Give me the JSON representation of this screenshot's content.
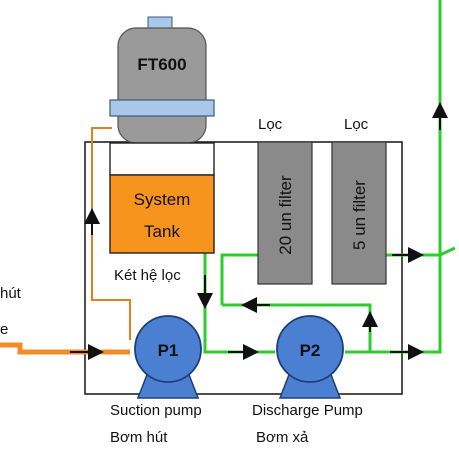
{
  "colors": {
    "green_pipe": "#2ecc2e",
    "orange_pipe": "#f28c28",
    "thin_orange": "#e67e22",
    "tank_fill": "#f7941d",
    "filter_fill": "#8a8a8a",
    "pump_fill": "#4a7fd1",
    "pump_stroke": "#1d3f7a",
    "ft600_fill": "#9a9a9a",
    "ft600_band": "#a9c7e8",
    "line": "#222222"
  },
  "ft600": {
    "label": "FT600"
  },
  "system_tank": {
    "line1": "System",
    "line2": "Tank",
    "caption": "Két hệ lọc"
  },
  "filters": [
    {
      "header": "Lọc",
      "label": "20 un filter"
    },
    {
      "header": "Lọc",
      "label": "5 un filter"
    }
  ],
  "pumps": [
    {
      "id": "P1",
      "caption_en": "Suction pump",
      "caption_vi": "Bơm hút"
    },
    {
      "id": "P2",
      "caption_en": "Discharge Pump",
      "caption_vi": "Bơm xả"
    }
  ],
  "inlet": {
    "label_line1": "hút",
    "label_line2": "e"
  }
}
